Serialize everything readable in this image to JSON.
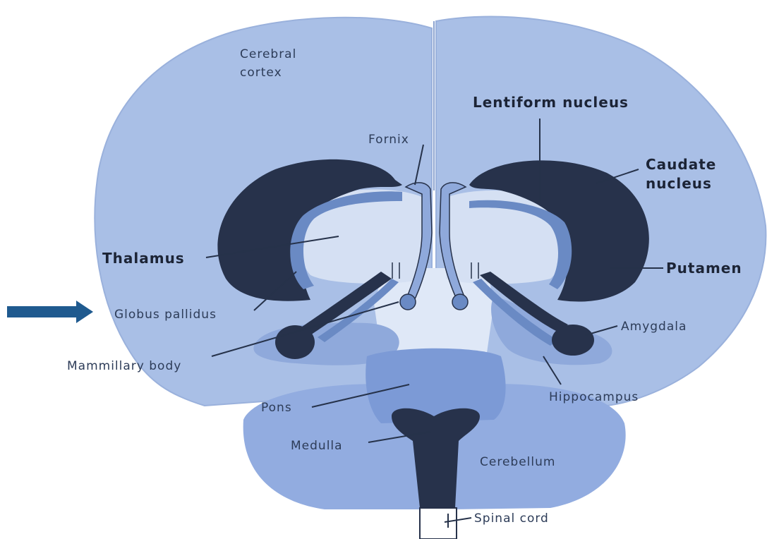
{
  "labels": {
    "cerebral_cortex_line1": "Cerebral",
    "cerebral_cortex_line2": "cortex",
    "lentiform_nucleus": "Lentiform nucleus",
    "fornix": "Fornix",
    "caudate_nucleus_line1": "Caudate",
    "caudate_nucleus_line2": "nucleus",
    "thalamus": "Thalamus",
    "putamen": "Putamen",
    "globus_pallidus": "Globus pallidus",
    "amygdala": "Amygdala",
    "mammillary_body": "Mammillary body",
    "hippocampus": "Hippocampus",
    "pons": "Pons",
    "medulla": "Medulla",
    "cerebellum": "Cerebellum",
    "spinal_cord": "Spinal cord"
  },
  "colors": {
    "cortex": "#a9bfe6",
    "cortex_edge": "#9ab1dc",
    "light_region": "#d5e0f3",
    "mid_blue": "#6a8ac4",
    "dark_structure": "#27324b",
    "cerebellum": "#92ace0",
    "pons": "#7c9ad6",
    "arrow": "#1f5a8f"
  }
}
